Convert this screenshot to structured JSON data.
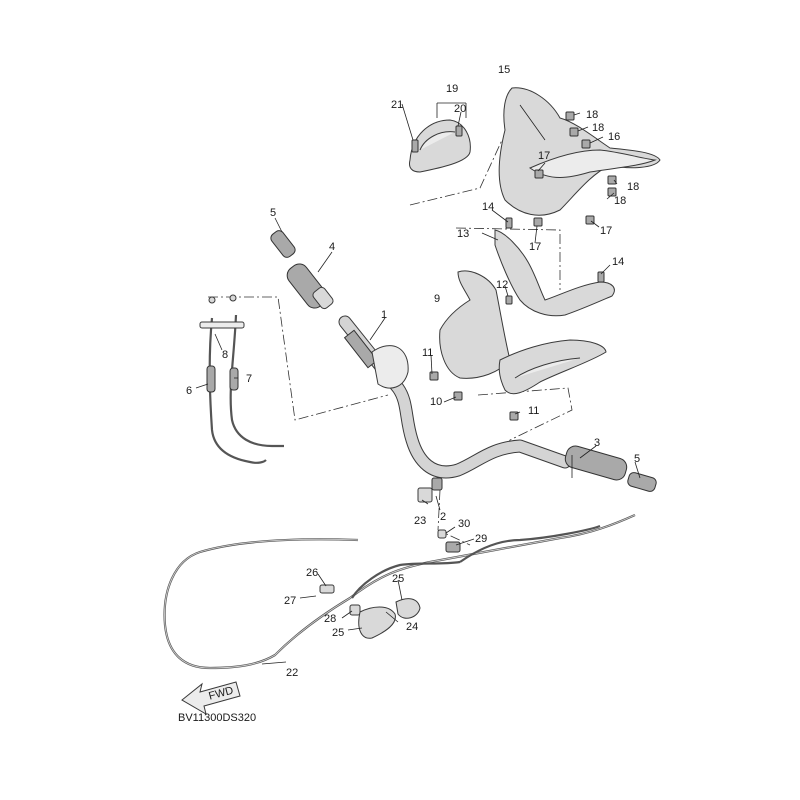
{
  "diagram_code": "BV11300DS320",
  "fwd_label": "FWD",
  "labels": [
    "1",
    "2",
    "3",
    "4",
    "5",
    "5",
    "6",
    "7",
    "8",
    "9",
    "10",
    "11",
    "11",
    "12",
    "13",
    "14",
    "14",
    "15",
    "16",
    "17",
    "17",
    "17",
    "18",
    "18",
    "18",
    "18",
    "19",
    "20",
    "21",
    "22",
    "23",
    "24",
    "25",
    "25",
    "26",
    "27",
    "28",
    "29",
    "30"
  ]
}
